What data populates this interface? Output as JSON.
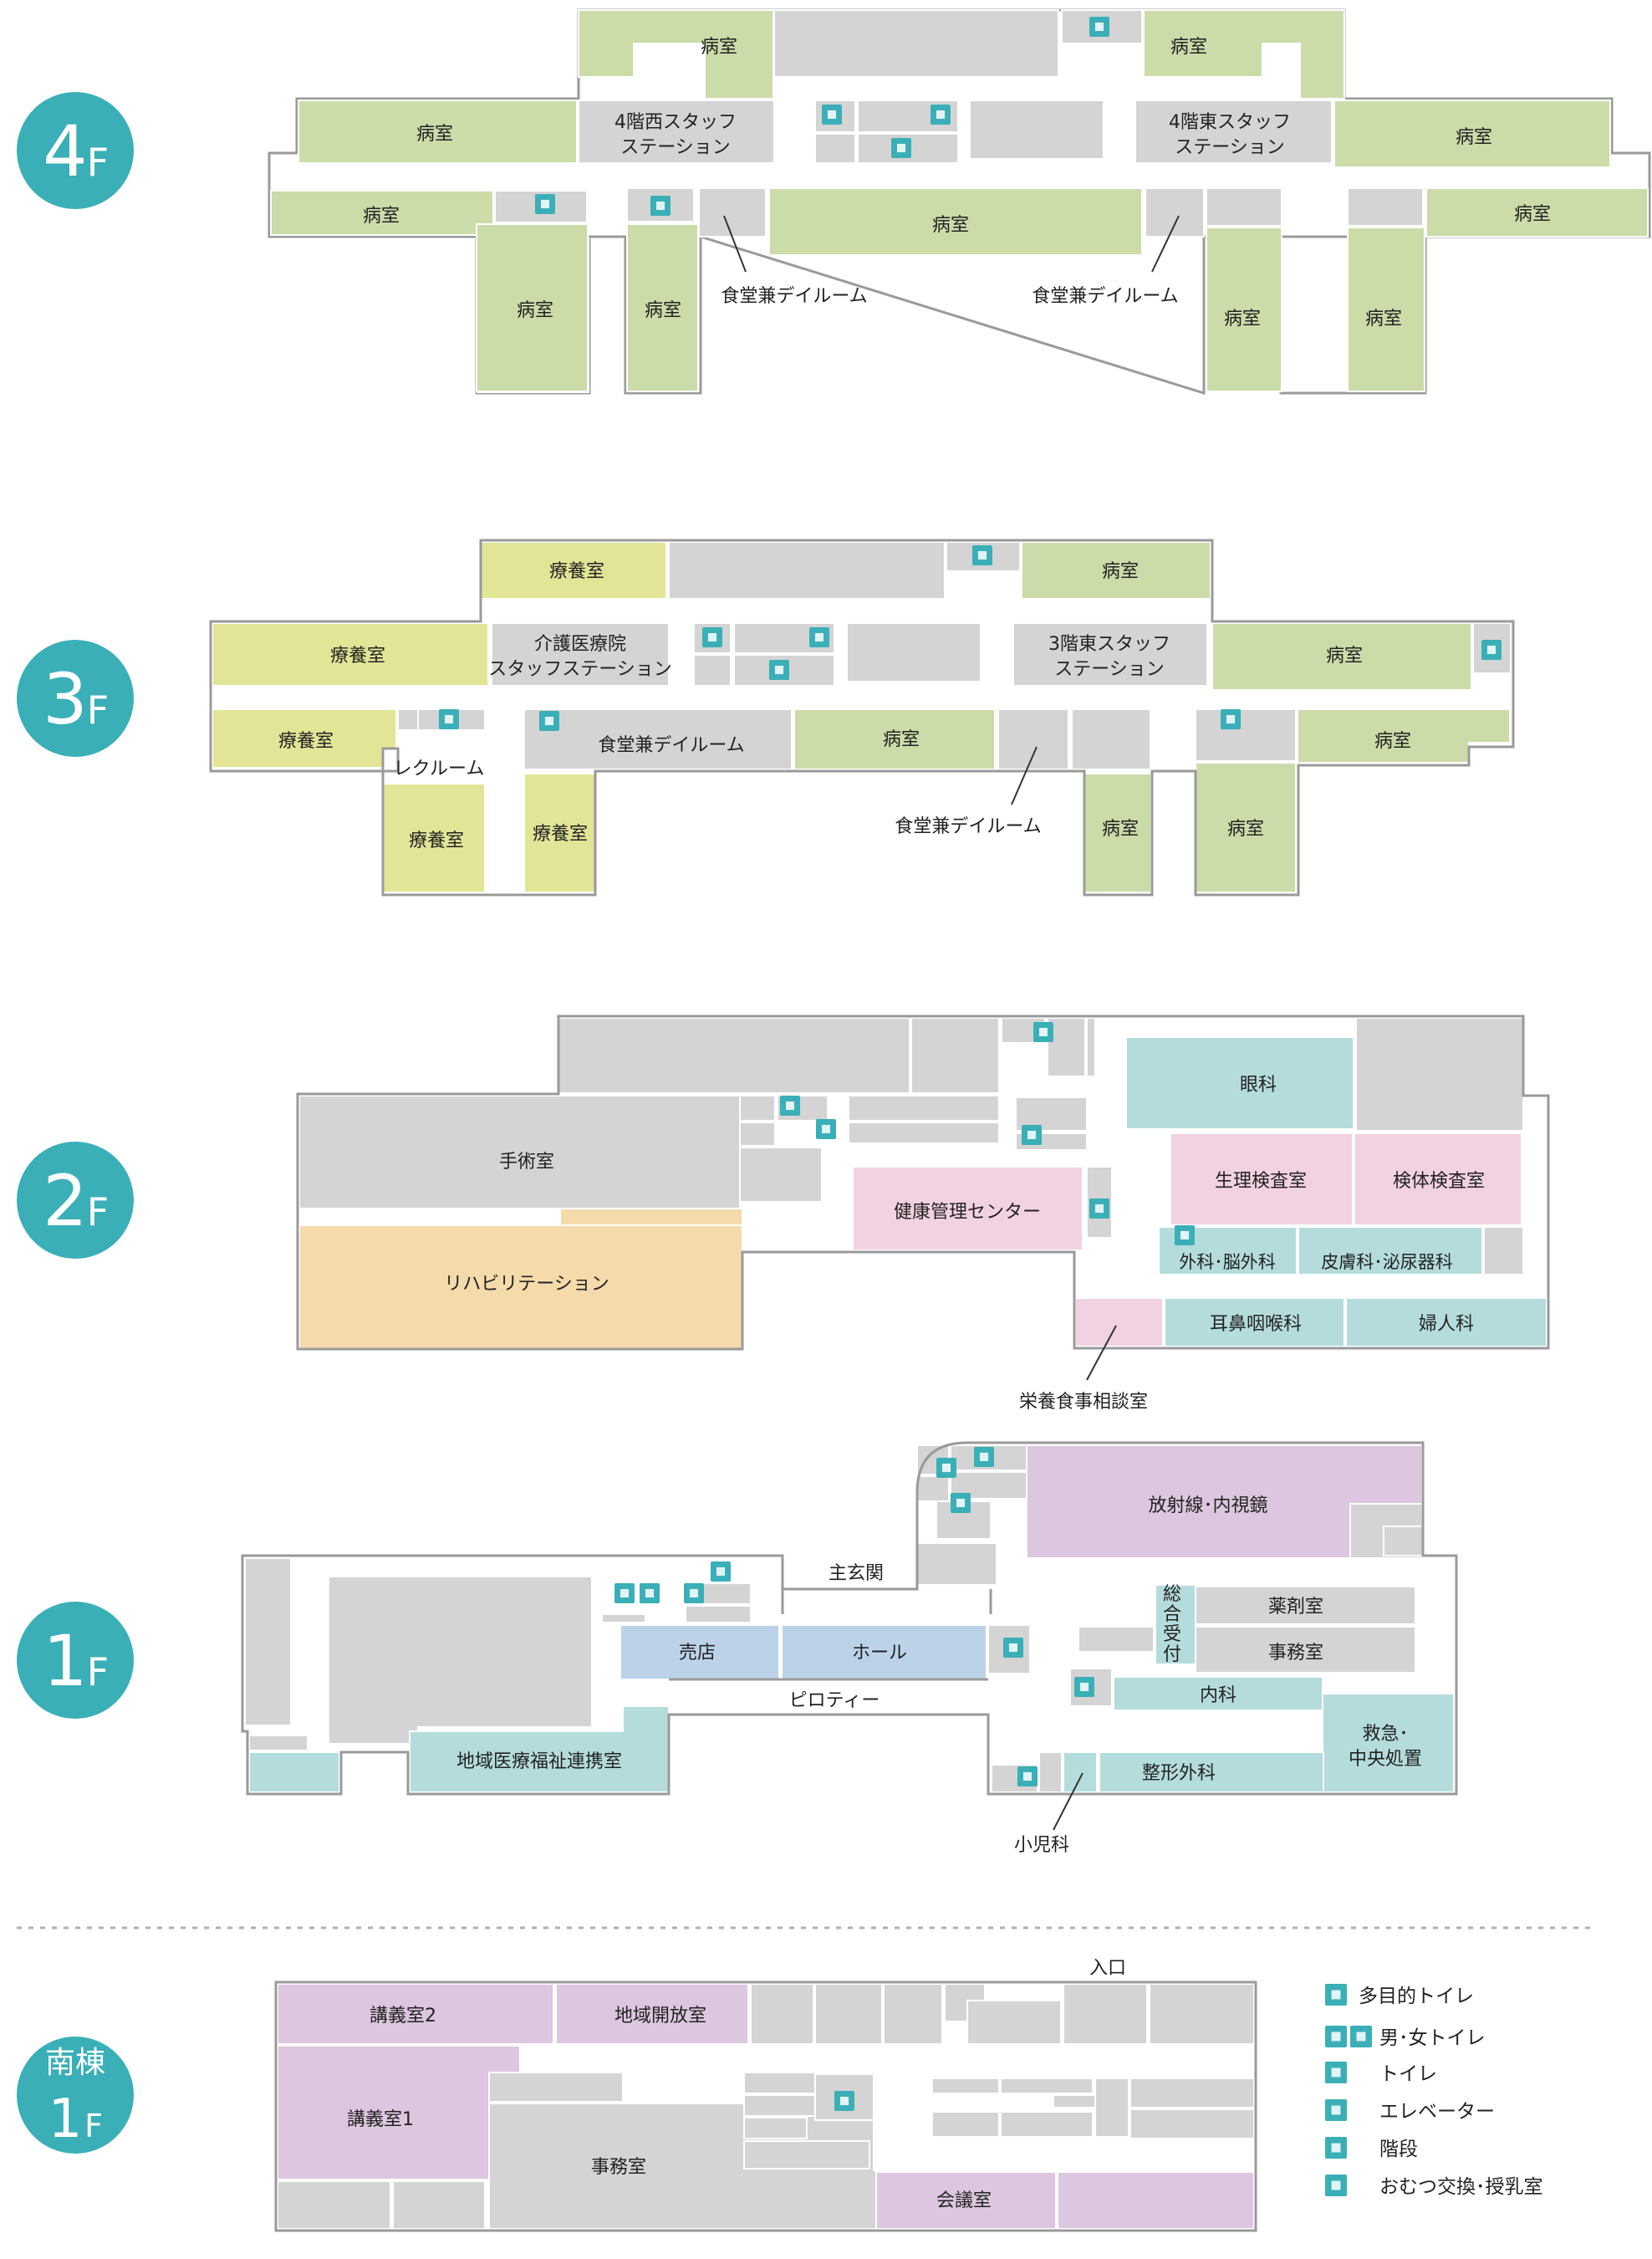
{
  "colors": {
    "teal": "#3aafb7",
    "green": "#cbdca9",
    "yellow": "#e3e596",
    "gray": "#d4d4d4",
    "outline": "#9a9a9a",
    "blue": "#bcd2e8",
    "cyan": "#b5dcdd",
    "pink": "#f2d2e2",
    "orange": "#f5dbac",
    "purple": "#ddc6df"
  },
  "floors": {
    "f4": {
      "badge_num": "4",
      "badge_suffix": "F",
      "rooms": {
        "r1": "病室",
        "r2": "病室",
        "r3": "病室",
        "r4": "病室",
        "r5": "病室",
        "r6": "病室",
        "r7": "病室",
        "r8": "病室",
        "r9": "病室",
        "r10": "病室",
        "r11": "病室"
      },
      "west_station": [
        "4階西スタッフ",
        "ステーション"
      ],
      "east_station": [
        "4階東スタッフ",
        "ステーション"
      ],
      "dining_west": "食堂兼デイルーム",
      "dining_east": "食堂兼デイルーム"
    },
    "f3": {
      "badge_num": "3",
      "badge_suffix": "F",
      "care1": "療養室",
      "care2": "療養室",
      "care3": "療養室",
      "care4": "療養室",
      "care5": "療養室",
      "ward1": "病室",
      "ward2": "病室",
      "ward3": "病室",
      "ward4": "病室",
      "ward5": "病室",
      "ward6": "病室",
      "kaigo_station": [
        "介護医療院",
        "スタッフステーション"
      ],
      "east_station": [
        "3階東スタッフ",
        "ステーション"
      ],
      "recroom": "レクルーム",
      "dining1": "食堂兼デイルーム",
      "dining2": "食堂兼デイルーム"
    },
    "f2": {
      "badge_num": "2",
      "badge_suffix": "F",
      "surgery": "手術室",
      "rehab": "リハビリテーション",
      "health_center": "健康管理センター",
      "eye": "眼科",
      "physio": "生理検査室",
      "specimen": "検体検査室",
      "surgery_neuro": "外科･脳外科",
      "derm_uro": "皮膚科･泌尿器科",
      "ent": "耳鼻咽喉科",
      "gyn": "婦人科",
      "nutrition": "栄養食事相談室"
    },
    "f1": {
      "badge_num": "1",
      "badge_suffix": "F",
      "entrance": "主玄関",
      "shop": "売店",
      "hall": "ホール",
      "piloti": "ピロティー",
      "community": "地域医療福祉連携室",
      "radiology": "放射線･内視鏡",
      "reception": [
        "総",
        "合",
        "受",
        "付"
      ],
      "pharmacy": "薬剤室",
      "office": "事務室",
      "internal": "内科",
      "emergency": [
        "救急･",
        "中央処置"
      ],
      "ortho": "整形外科",
      "pediatrics": "小児科"
    },
    "south": {
      "badge_top": "南棟",
      "badge_num": "1",
      "badge_suffix": "F",
      "lecture2": "講義室2",
      "open_room": "地域開放室",
      "lecture1": "講義室1",
      "office": "事務室",
      "meeting": "会議室",
      "entrance": "入口"
    }
  },
  "legend": {
    "multi_toilet": "多目的トイレ",
    "mf_toilet": "男･女トイレ",
    "toilet": "トイレ",
    "elevator": "エレベーター",
    "stairs": "階段",
    "diaper": "おむつ交換･授乳室"
  }
}
